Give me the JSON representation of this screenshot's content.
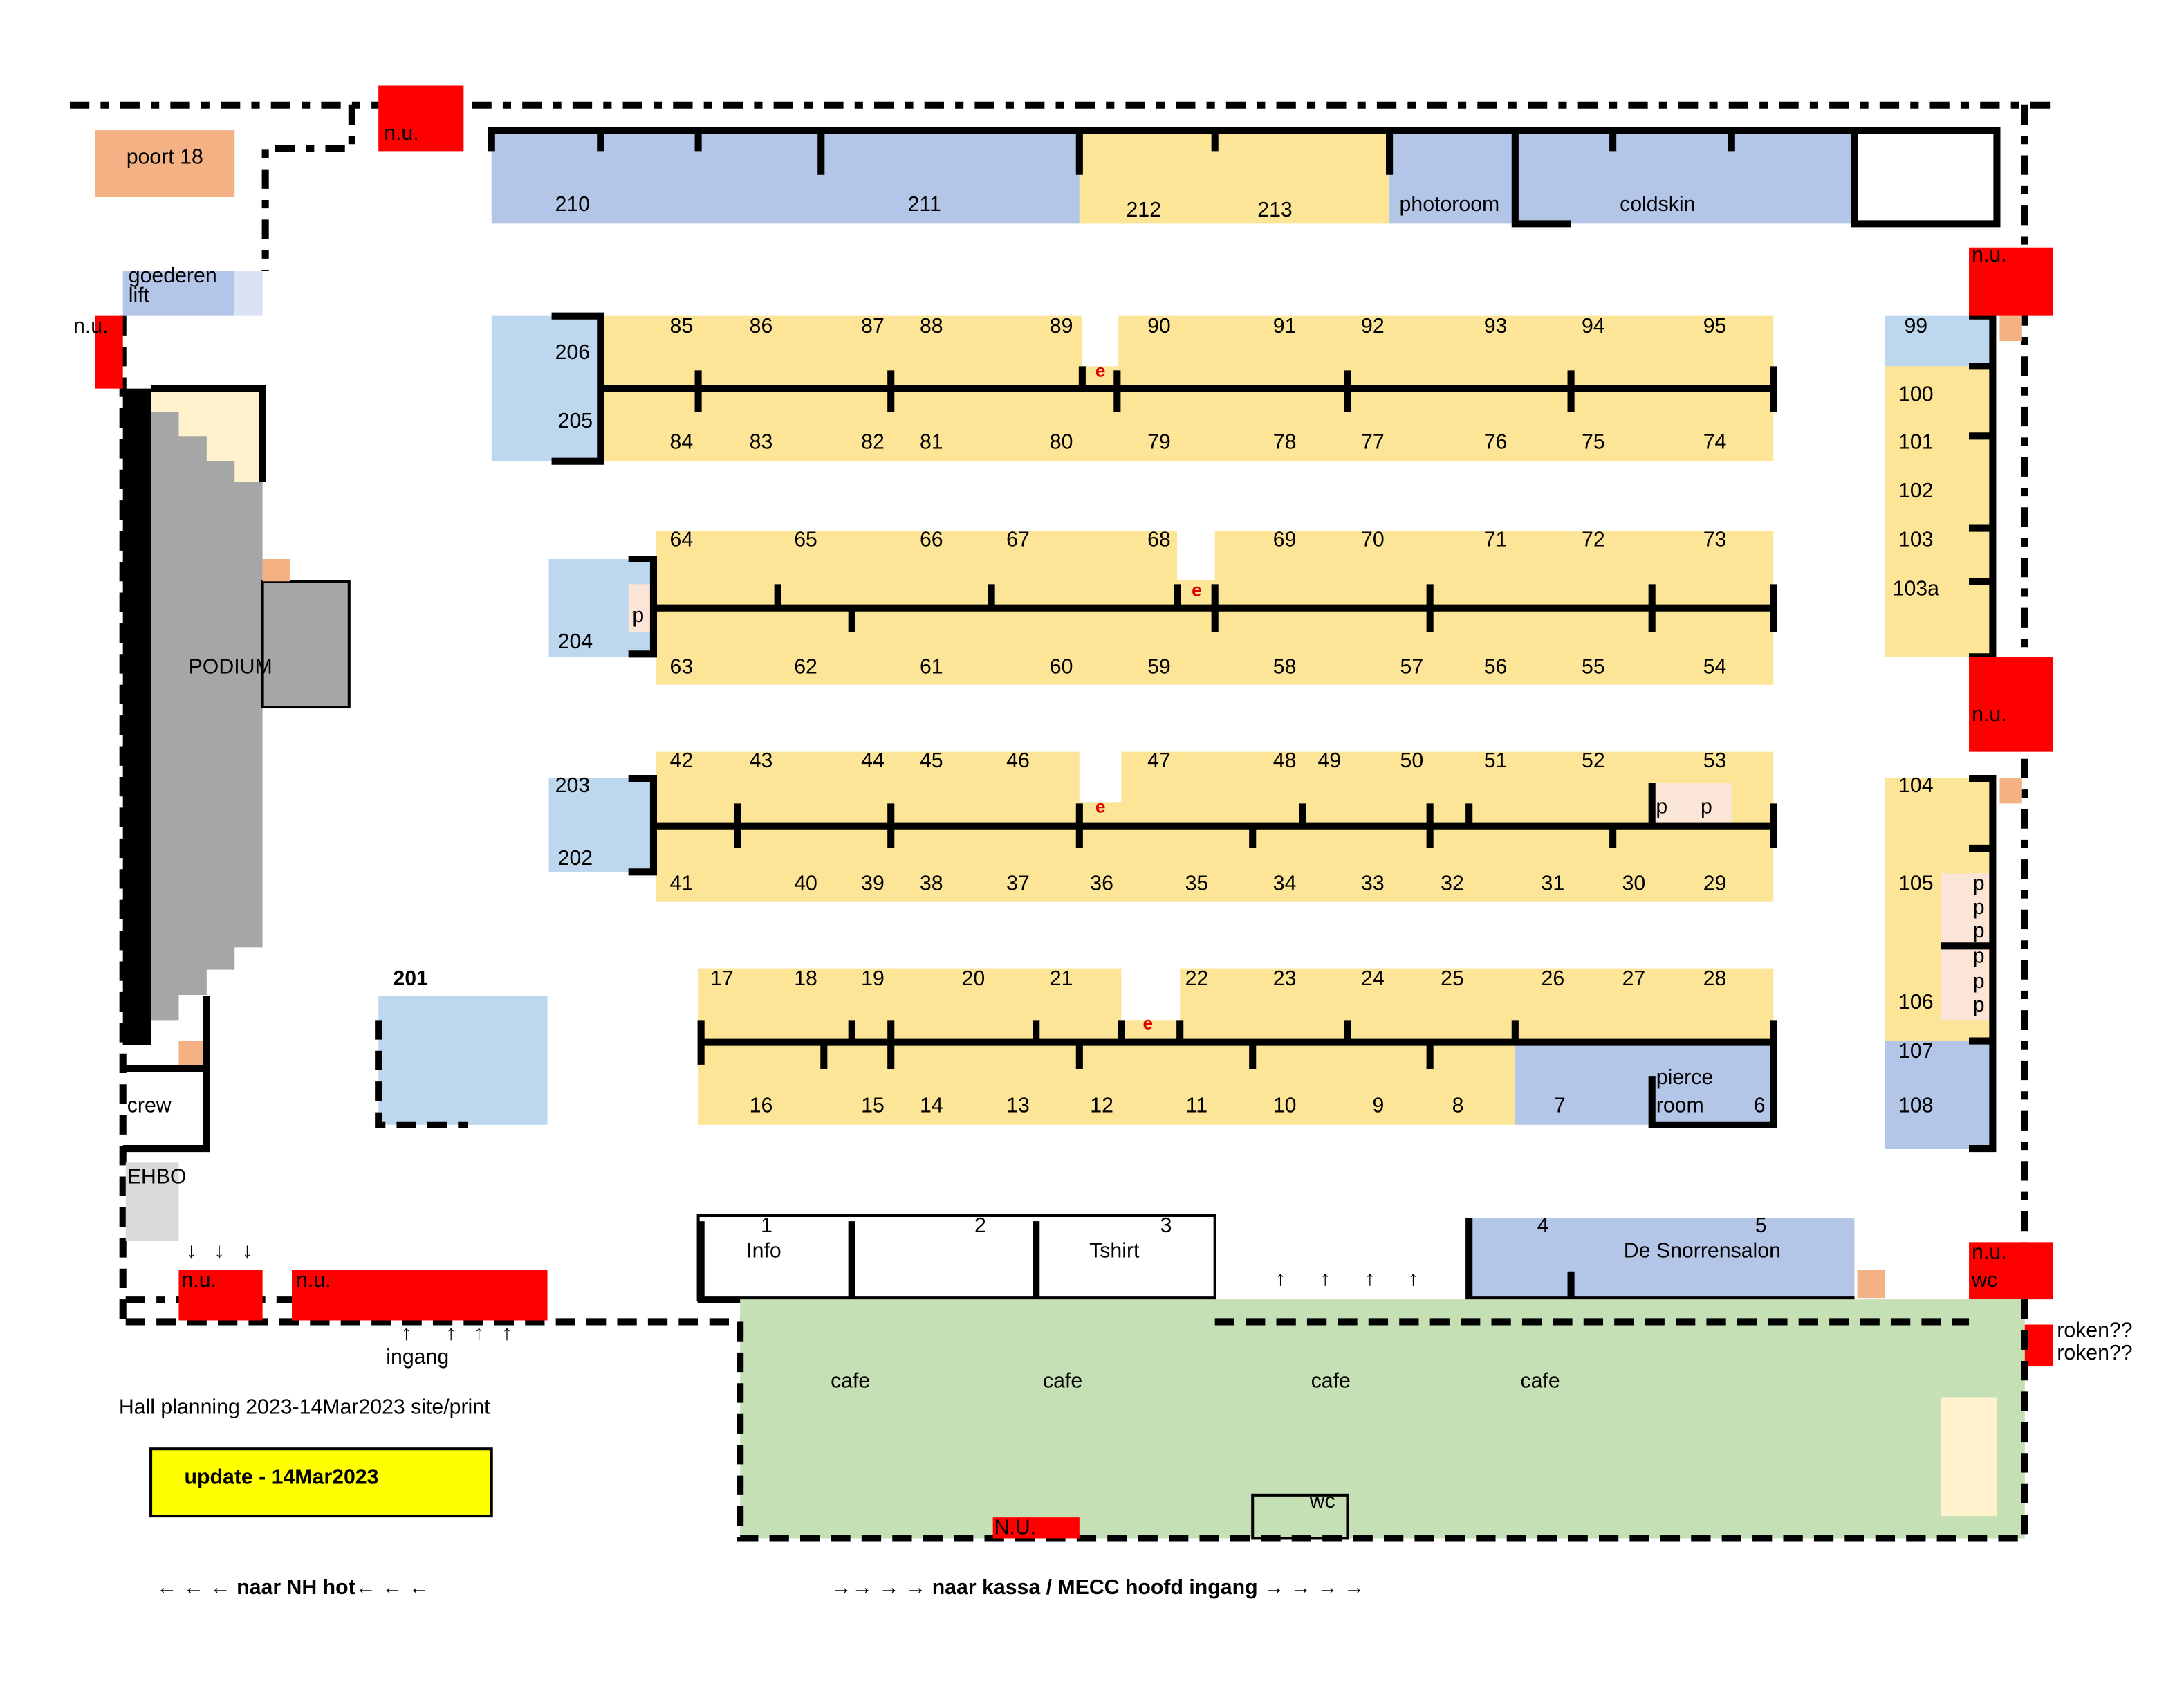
{
  "title": "Hall planning 2023-14Mar2023 site/print",
  "update_label": "update - 14Mar2023",
  "colors": {
    "stand": "#fde597",
    "blue": "#b4c6e7",
    "lightblue": "#bdd7ee",
    "red": "#ff0000",
    "green": "#c5e0b4",
    "orange": "#f4b183",
    "pink": "#fbe5d6",
    "grey": "#a6a6a6",
    "cream": "#fff2cc",
    "yellow": "#ffff00"
  },
  "labels": {
    "poort": "poort 18",
    "goederen": "goederen",
    "lift": "lift",
    "podium": "PODIUM",
    "crew": "crew",
    "ehbo": "EHBO",
    "nu": "n.u.",
    "nu_caps": "N.U.",
    "wc": "wc",
    "roken": "roken??",
    "ingang": "ingang",
    "cafe": "cafe",
    "info": "Info",
    "tshirt": "Tshirt",
    "snorrensalon": "De Snorrensalon",
    "pierce1": "pierce",
    "pierce2": "room",
    "photoroom": "photoroom",
    "coldskin": "coldskin",
    "e": "e",
    "p": "p",
    "booth201": "201",
    "nav_left": "← ← ← naar NH hot← ← ←",
    "nav_right": "→→ → → naar kassa / MECC hoofd ingang → → → →",
    "arrow_up": "↑",
    "arrow_down": "↓"
  },
  "top_row": [
    "210",
    "211",
    "212",
    "213"
  ],
  "side_blocks": [
    "206",
    "205",
    "204",
    "203",
    "202"
  ],
  "row_a_top": [
    "85",
    "86",
    "87",
    "88",
    "89",
    "90",
    "91",
    "92",
    "93",
    "94",
    "95"
  ],
  "row_a_bottom": [
    "84",
    "83",
    "82",
    "81",
    "80",
    "79",
    "78",
    "77",
    "76",
    "75",
    "74"
  ],
  "row_b_top": [
    "64",
    "65",
    "66",
    "67",
    "68",
    "69",
    "70",
    "71",
    "72",
    "73"
  ],
  "row_b_bottom": [
    "63",
    "62",
    "61",
    "60",
    "59",
    "58",
    "57",
    "56",
    "55",
    "54"
  ],
  "row_c_top": [
    "42",
    "43",
    "44",
    "45",
    "46",
    "47",
    "48",
    "49",
    "50",
    "51",
    "52",
    "53"
  ],
  "row_c_bottom": [
    "41",
    "40",
    "39",
    "38",
    "37",
    "36",
    "35",
    "34",
    "33",
    "32",
    "31",
    "30",
    "29"
  ],
  "row_d_top": [
    "17",
    "18",
    "19",
    "20",
    "21",
    "22",
    "23",
    "24",
    "25",
    "26",
    "27",
    "28"
  ],
  "row_d_bottom": [
    "16",
    "15",
    "14",
    "13",
    "12",
    "11",
    "10",
    "9",
    "8",
    "7",
    "6"
  ],
  "right_col": [
    "99",
    "100",
    "101",
    "102",
    "103",
    "103a",
    "104",
    "105",
    "106",
    "107",
    "108"
  ],
  "front_booths": [
    "1",
    "2",
    "3",
    "4",
    "5"
  ]
}
